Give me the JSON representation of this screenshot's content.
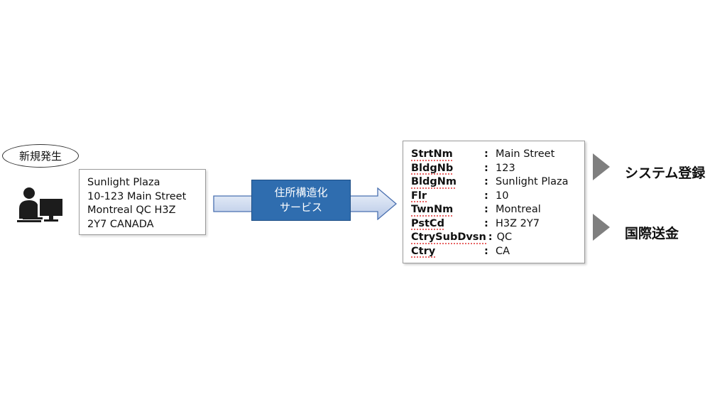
{
  "bubble": {
    "text": "新規発生"
  },
  "address": {
    "lines": [
      "Sunlight Plaza",
      "10-123 Main Street",
      "Montreal QC H3Z",
      "2Y7 CANADA"
    ]
  },
  "service": {
    "line1": "住所構造化",
    "line2": "サービス"
  },
  "structured": {
    "rows": [
      {
        "key": "StrtNm",
        "sep": ":",
        "value": "Main Street"
      },
      {
        "key": "BldgNb",
        "sep": ":",
        "value": "123"
      },
      {
        "key": "BldgNm",
        "sep": ":",
        "value": "Sunlight Plaza"
      },
      {
        "key": "Flr",
        "sep": ":",
        "value": "10"
      },
      {
        "key": "TwnNm",
        "sep": ":",
        "value": "Montreal"
      },
      {
        "key": "PstCd",
        "sep": ":",
        "value": "H3Z 2Y7"
      },
      {
        "key": "CtrySubDvsn",
        "sep": ":",
        "value": "QC"
      },
      {
        "key": "Ctry",
        "sep": ":",
        "value": "CA"
      }
    ]
  },
  "outputs": {
    "system_registration": "システム登録",
    "international_remittance": "国際送金"
  },
  "colors": {
    "service_fill": "#2f6daf",
    "arrow_fill_light": "#e8eef8",
    "arrow_fill_dark": "#b7c8e6",
    "triangle": "#7f7f7f"
  },
  "icons": {
    "user": "user-at-computer-icon"
  }
}
